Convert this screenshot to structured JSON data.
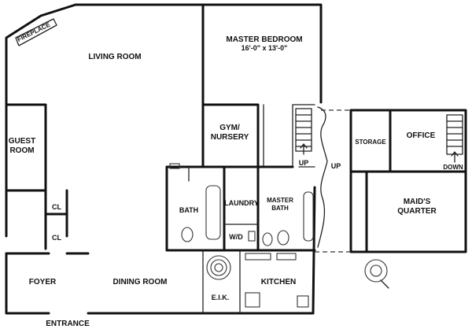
{
  "rooms": {
    "fireplace": "FIREPLACE",
    "living_room": "LIVING ROOM",
    "master_bedroom": "MASTER BEDROOM",
    "master_bedroom_dims": "16'-0\" x 13'-0\"",
    "gym_nursery_1": "GYM/",
    "gym_nursery_2": "NURSERY",
    "guest_room_1": "GUEST",
    "guest_room_2": "ROOM",
    "closet_1": "CL",
    "closet_2": "CL",
    "bath": "BATH",
    "laundry": "LAUNDRY",
    "wd": "W/D",
    "master_bath_1": "MASTER",
    "master_bath_2": "BATH",
    "stairs_up_small": "UP",
    "stairs_up_large": "UP",
    "storage": "STORAGE",
    "office": "OFFICE",
    "stairs_down": "DOWN",
    "maids_quarter_1": "MAID'S",
    "maids_quarter_2": "QUARTER",
    "foyer": "FOYER",
    "dining_room": "DINING ROOM",
    "kitchen": "KITCHEN",
    "eik": "E.I.K.",
    "entrance": "ENTRANCE"
  }
}
